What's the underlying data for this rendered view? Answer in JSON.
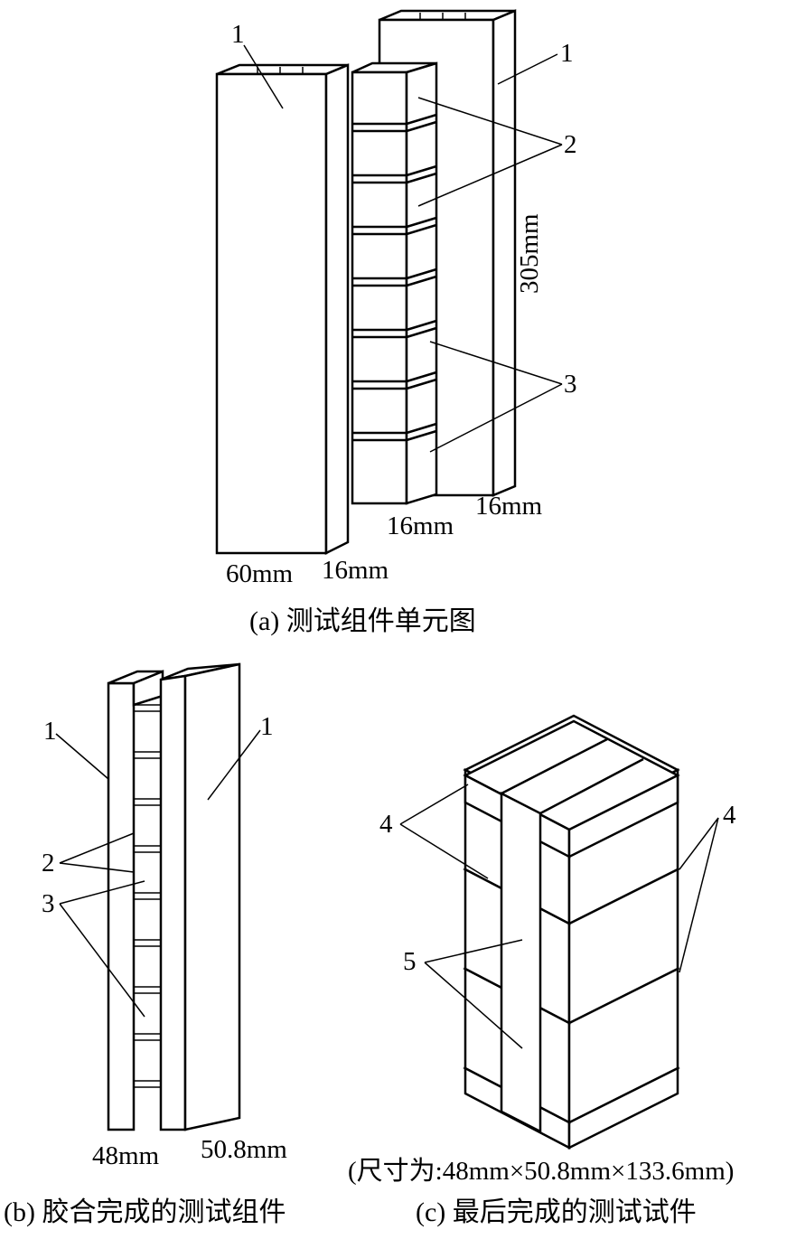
{
  "figure_a": {
    "caption": "(a) 测试组件单元图",
    "labels": {
      "part1_left": "1",
      "part1_right": "1",
      "part2": "2",
      "part3": "3"
    },
    "dimensions": {
      "height": "305mm",
      "width_left": "60mm",
      "depth_left": "16mm",
      "strip_depth": "16mm",
      "right_depth": "16mm"
    }
  },
  "figure_b": {
    "caption": "(b) 胶合完成的测试组件",
    "labels": {
      "part1_left": "1",
      "part1_right": "1",
      "part2": "2",
      "part3": "3"
    },
    "dimensions": {
      "width": "48mm",
      "depth": "50.8mm"
    }
  },
  "figure_c": {
    "caption": "(c) 最后完成的测试试件",
    "size_note": "(尺寸为:48mm×50.8mm×133.6mm)",
    "labels": {
      "part4_left": "4",
      "part4_right": "4",
      "part5": "5"
    }
  }
}
